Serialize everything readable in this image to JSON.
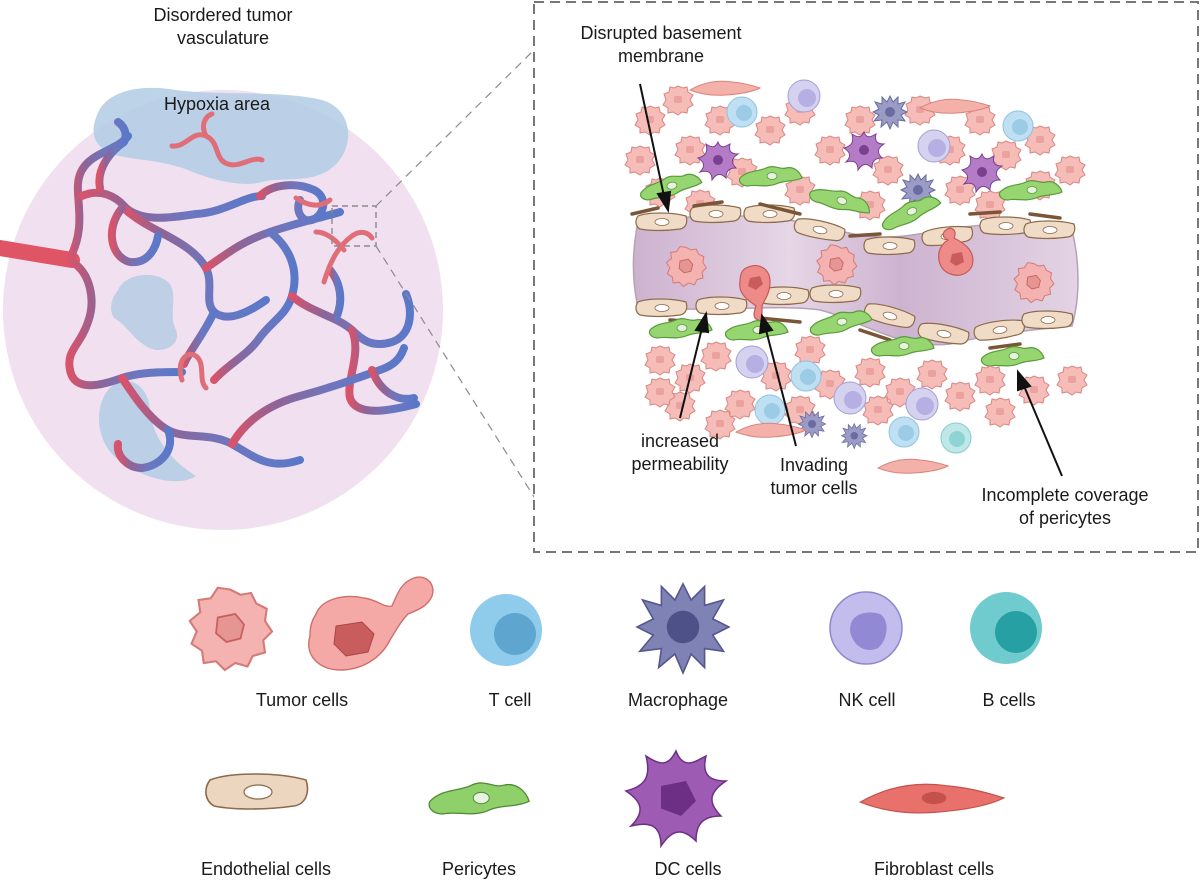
{
  "overview": {
    "title": "Disordered tumor\nvasculature",
    "hypoxia_label": "Hypoxia area"
  },
  "zoom_panel": {
    "basement_label": "Disrupted basement\nmembrane",
    "permeability_label": "increased\npermeability",
    "invading_label": "Invading\ntumor cells",
    "pericyte_label": "Incomplete coverage\nof pericytes"
  },
  "legend": {
    "tumor": "Tumor cells",
    "t_cell": "T cell",
    "macrophage": "Macrophage",
    "nk_cell": "NK cell",
    "b_cells": "B cells",
    "endothelial": "Endothelial cells",
    "pericytes": "Pericytes",
    "dc_cells": "DC cells",
    "fibroblast": "Fibroblast cells"
  },
  "colors": {
    "tumor_fill": "#f4a7a4",
    "tumor_nucleus": "#c9585a",
    "t_cell": "#8ecbea",
    "t_cell_nucleus": "#5fa4cf",
    "macrophage": "#7d7fb2",
    "macrophage_nucleus": "#4e5088",
    "nk_cell": "#b9b4e3",
    "nk_nucleus": "#8c82cf",
    "b_cell": "#6ccacc",
    "b_nucleus": "#2aa3a6",
    "endothelial": "#ecd6bf",
    "pericyte": "#8fd06a",
    "dc_cell": "#9e5bb3",
    "dc_nucleus": "#6d2f86",
    "fibroblast": "#e8726b",
    "vessel_lumen": "#d7bfd6",
    "overview_bg": "#efdcee",
    "hypoxia": "#a8c6e0"
  }
}
